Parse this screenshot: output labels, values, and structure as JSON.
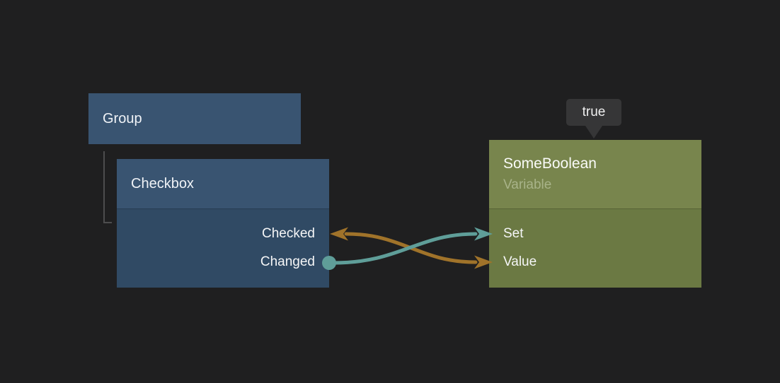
{
  "canvas": {
    "background_color": "#1f1f20"
  },
  "tooltip": {
    "text": "true"
  },
  "nodes": {
    "group": {
      "title": "Group",
      "color": "#395471"
    },
    "checkbox": {
      "title": "Checkbox",
      "header_color": "#395471",
      "body_color": "#304a64",
      "pins": [
        {
          "label": "Checked"
        },
        {
          "label": "Changed"
        }
      ]
    },
    "variable": {
      "title": "SomeBoolean",
      "subtitle": "Variable",
      "header_color": "#78854d",
      "body_color": "#6b7943",
      "pins": [
        {
          "label": "Set"
        },
        {
          "label": "Value"
        }
      ]
    }
  },
  "connections": [
    {
      "from": "Checkbox.Checked",
      "to": "SomeBoolean.Value",
      "color": "#a0732a",
      "style": "two-way-arrows"
    },
    {
      "from": "Checkbox.Changed",
      "to": "SomeBoolean.Set",
      "color": "#5f9e99",
      "style": "dot-to-arrow"
    }
  ]
}
